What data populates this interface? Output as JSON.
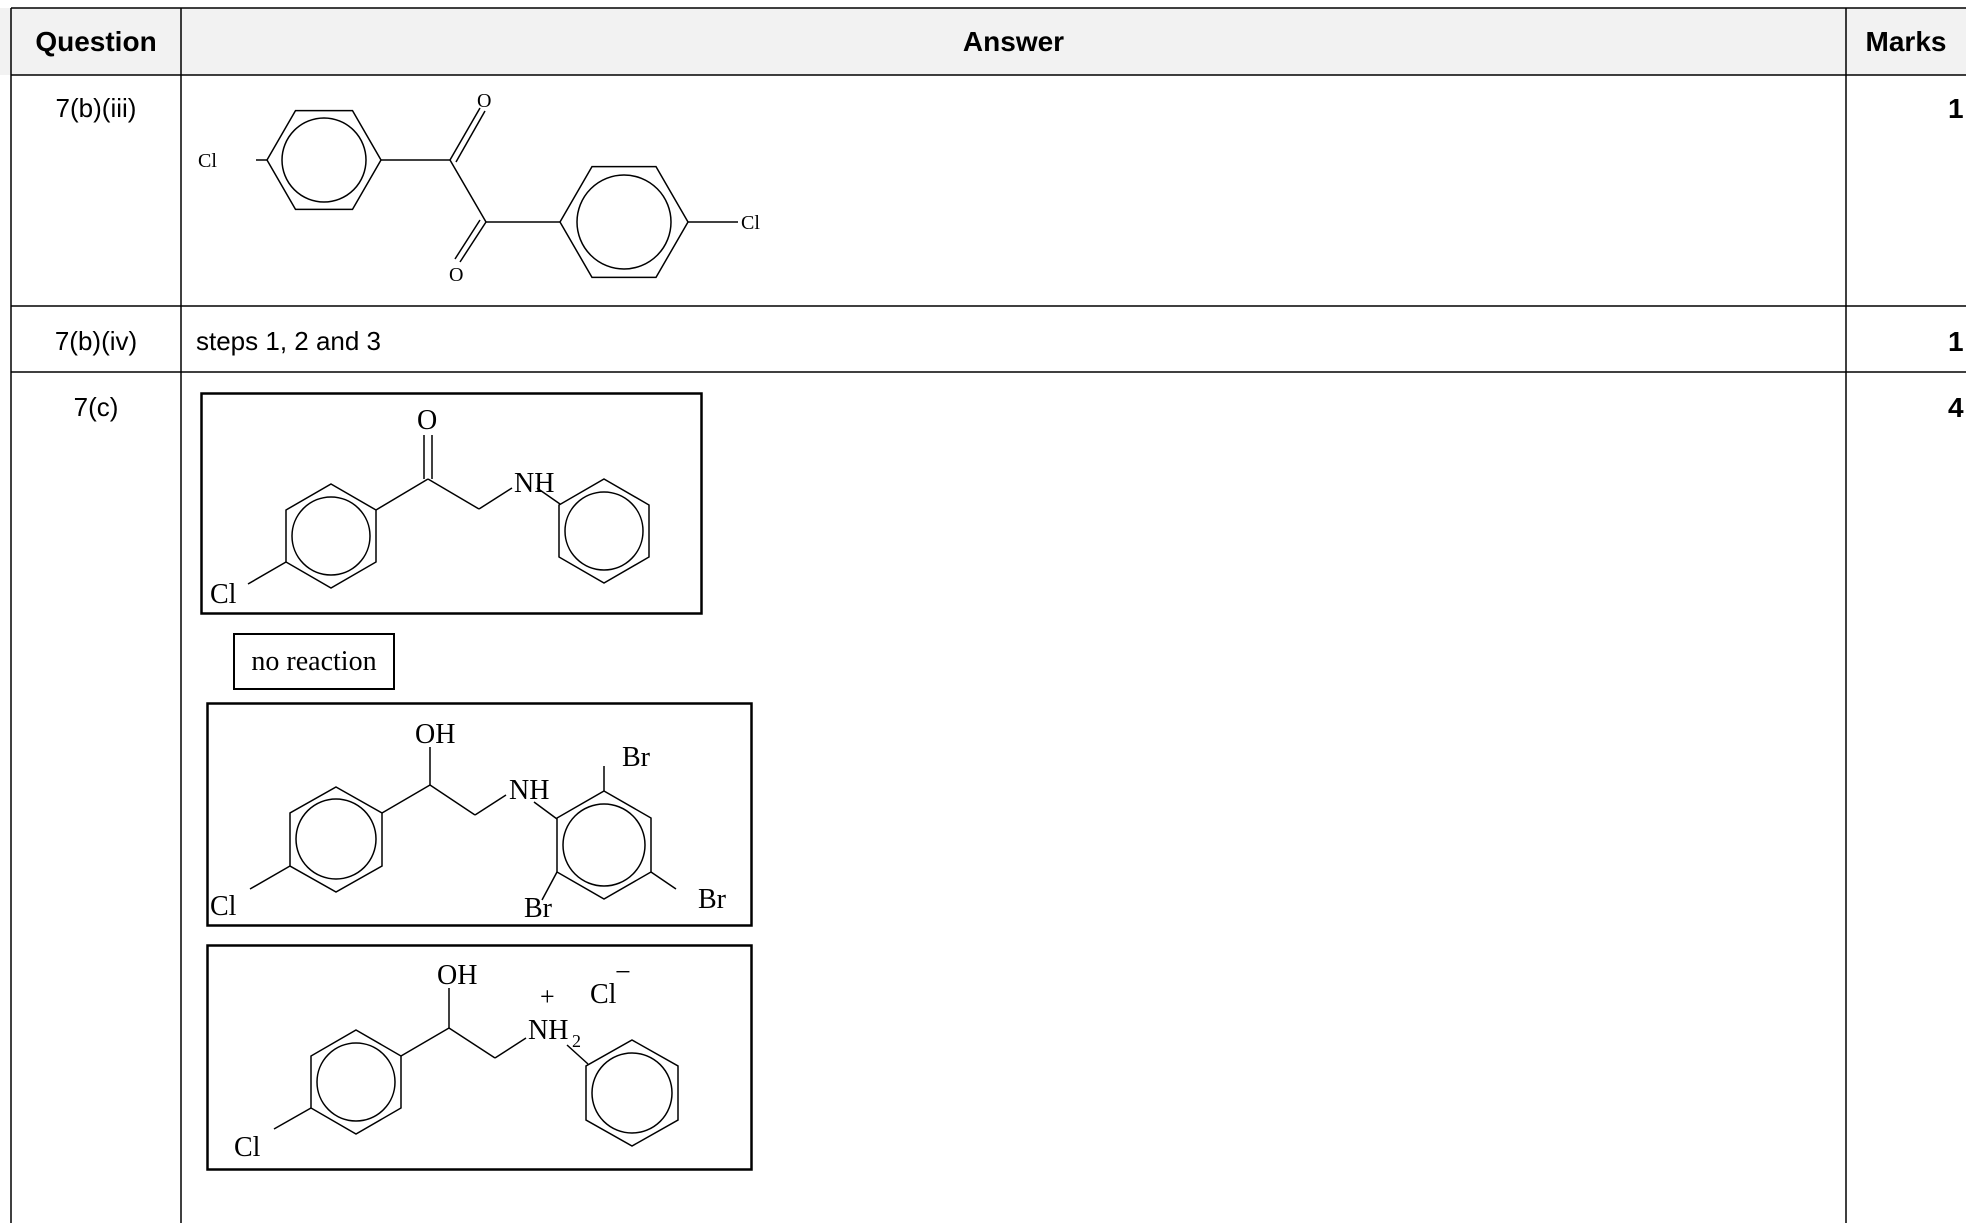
{
  "table": {
    "headers": {
      "question": "Question",
      "answer": "Answer",
      "marks": "Marks"
    },
    "rows": [
      {
        "question": "7(b)(iii)",
        "marks": "1",
        "structure_labels": {
          "cl_left": "Cl",
          "cl_right": "Cl",
          "o_top": "O",
          "o_bottom": "O"
        }
      },
      {
        "question": "7(b)(iv)",
        "answer": "steps 1, 2 and 3",
        "marks": "1"
      },
      {
        "question": "7(c)",
        "marks": "4",
        "box1": {
          "o": "O",
          "nh": "NH",
          "cl": "Cl"
        },
        "box2": {
          "text": "no reaction"
        },
        "box3": {
          "oh": "OH",
          "nh": "NH",
          "br_top": "Br",
          "br_bottom": "Br",
          "br_right": "Br",
          "cl": "Cl"
        },
        "box4": {
          "oh": "OH",
          "plus": "+",
          "cl_ion": "Cl",
          "minus": "−",
          "nh": "NH",
          "sub2": "2",
          "cl": "Cl"
        }
      }
    ]
  }
}
